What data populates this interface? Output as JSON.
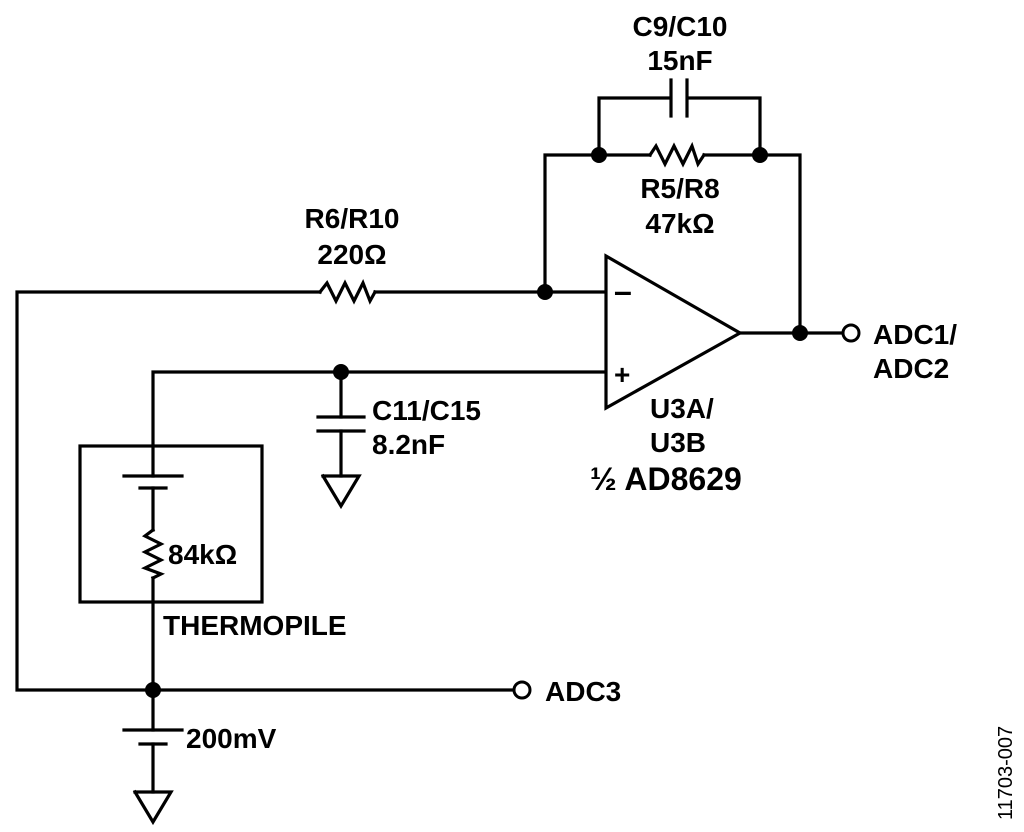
{
  "components": {
    "c_feedback": {
      "ref": "C9/C10",
      "value": "15nF"
    },
    "r_feedback": {
      "ref": "R5/R8",
      "value": "47kΩ"
    },
    "r_input": {
      "ref": "R6/R10",
      "value": "220Ω"
    },
    "c_input": {
      "ref": "C11/C15",
      "value": "8.2nF"
    },
    "opamp": {
      "ref_line1": "U3A/",
      "ref_line2": "U3B",
      "part": "½ AD8629",
      "minus": "–",
      "plus": "+"
    },
    "thermopile": {
      "resistance": "84kΩ",
      "label": "THERMOPILE"
    },
    "battery": {
      "value": "200mV"
    }
  },
  "terminals": {
    "out_line1": "ADC1/",
    "out_line2": "ADC2",
    "adc3": "ADC3"
  },
  "figure_id": "11703-007"
}
